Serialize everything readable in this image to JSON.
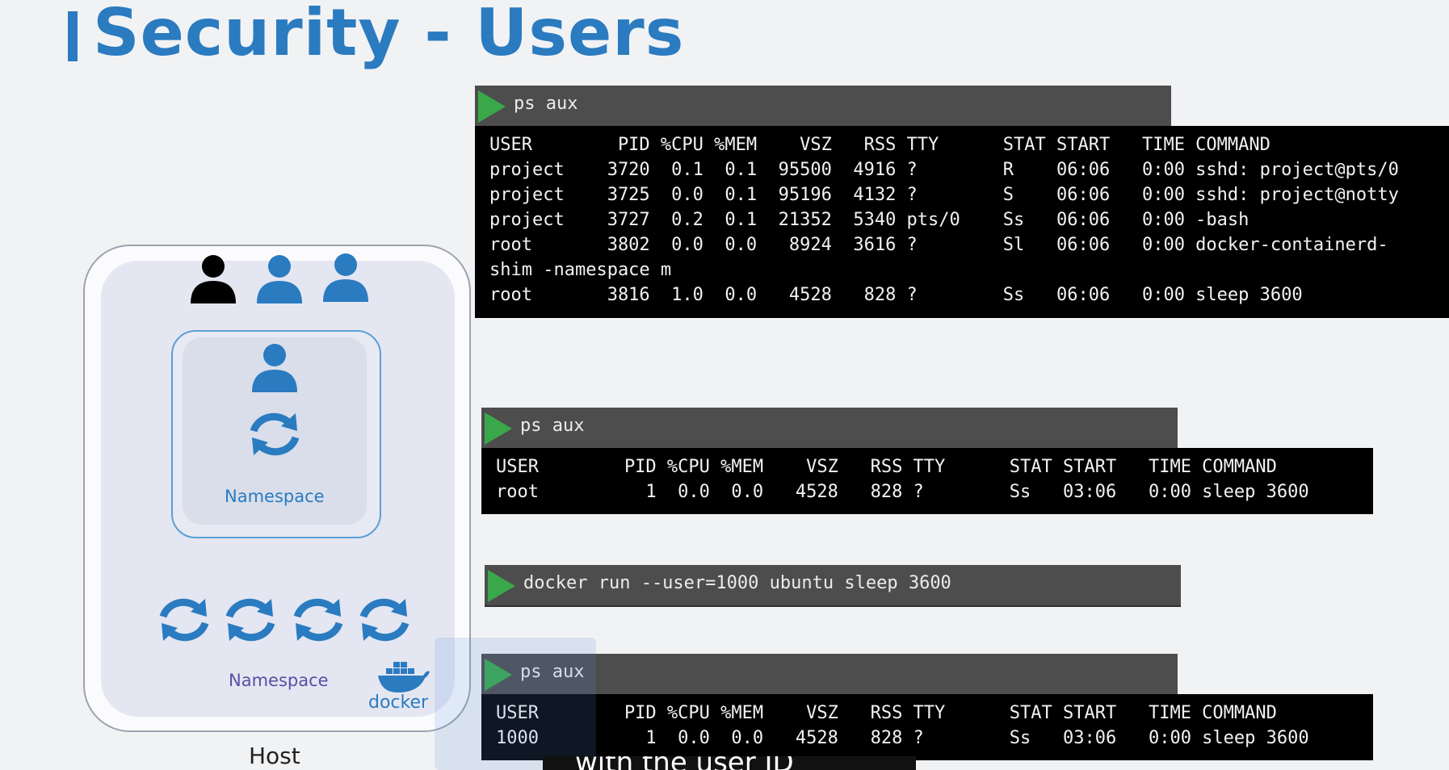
{
  "slide": {
    "title": "Security - Users"
  },
  "diagram": {
    "container_namespace_label": "Namespace",
    "host_namespace_label": "Namespace",
    "docker_label": "docker",
    "host_label": "Host"
  },
  "colors": {
    "accent": "#2a7bc0",
    "play": "#3aa84a",
    "terminal_bg": "#000000",
    "command_bar": "#4d4d4d"
  },
  "panels": [
    {
      "command": "ps aux",
      "rows": [
        "USER        PID %CPU %MEM    VSZ   RSS TTY      STAT START   TIME COMMAND",
        "project    3720  0.1  0.1  95500  4916 ?        R    06:06   0:00 sshd: project@pts/0",
        "project    3725  0.0  0.1  95196  4132 ?        S    06:06   0:00 sshd: project@notty",
        "project    3727  0.2  0.1  21352  5340 pts/0    Ss   06:06   0:00 -bash",
        "root       3802  0.0  0.0   8924  3616 ?        Sl   06:06   0:00 docker-containerd-",
        "shim -namespace m",
        "root       3816  1.0  0.0   4528   828 ?        Ss   06:06   0:00 sleep 3600"
      ]
    },
    {
      "command": "ps aux",
      "rows": [
        "USER        PID %CPU %MEM    VSZ   RSS TTY      STAT START   TIME COMMAND",
        "root          1  0.0  0.0   4528   828 ?        Ss   03:06   0:00 sleep 3600"
      ]
    },
    {
      "command": "docker run --user=1000 ubuntu sleep 3600"
    },
    {
      "command": "ps aux",
      "rows": [
        "USER        PID %CPU %MEM    VSZ   RSS TTY      STAT START   TIME COMMAND",
        "1000          1  0.0  0.0   4528   828 ?        Ss   03:06   0:00 sleep 3600"
      ]
    }
  ],
  "subtitle": "with the user ID"
}
